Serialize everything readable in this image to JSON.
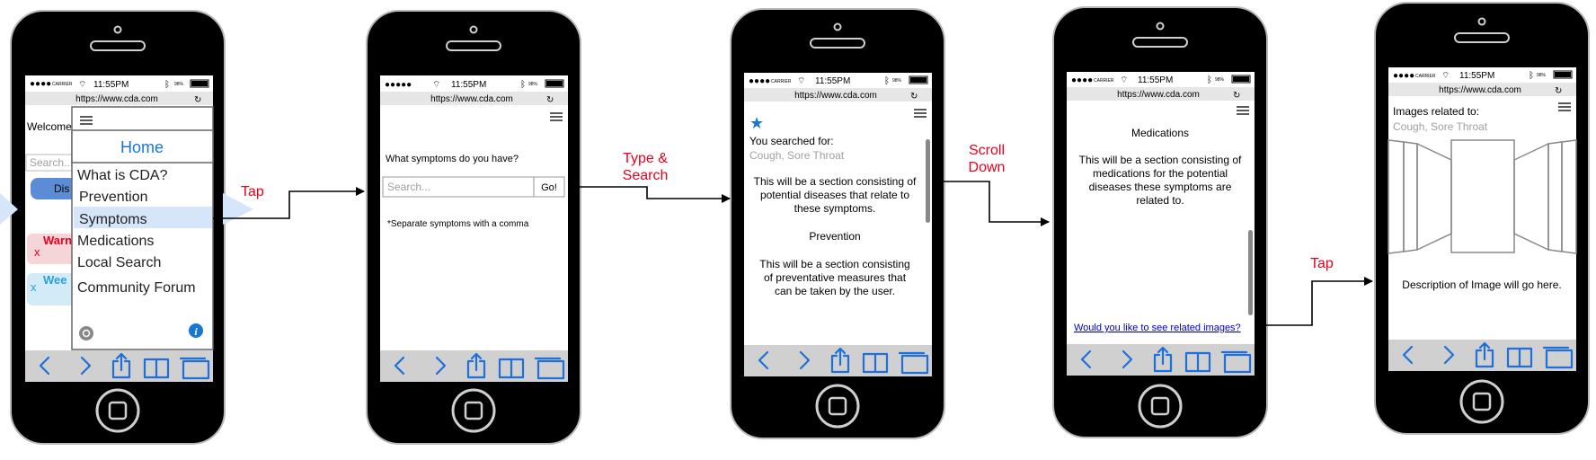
{
  "status": {
    "time": "11:55PM",
    "carrier": "CARRIER",
    "battery": "98%"
  },
  "url": "https://www.cda.com",
  "connectors": [
    "Tap",
    "Type &\nSearch",
    "Scroll\nDown",
    "Tap"
  ],
  "screen1": {
    "behind": {
      "welcome": "Welcome,",
      "search_placeholder": "Search...",
      "button": "Dis",
      "warning_x": "x",
      "warning": "Warn",
      "weekly_x": "x",
      "weekly": "Wee"
    },
    "menu": {
      "title": "Home",
      "items": [
        "What is CDA?",
        "Prevention",
        "Symptoms",
        "Medications",
        "Local Search",
        "Community Forum"
      ],
      "selected": "Symptoms",
      "info_icon": "i"
    }
  },
  "screen2": {
    "question": "What symptoms do you have?",
    "search_placeholder": "Search...",
    "go_button": "Go!",
    "hint": "*Separate symptoms with a comma"
  },
  "screen3": {
    "searched_label": "You searched for:",
    "searched_terms": "Cough, Sore Throat",
    "section1": [
      "This will be a section consisting of",
      "potential diseases that relate to",
      "these symptoms."
    ],
    "prevention_title": "Prevention",
    "section2": [
      "This will be a section consisting",
      "of preventative measures that",
      "can be taken by the user."
    ]
  },
  "screen4": {
    "title": "Medications",
    "body": [
      "This will be a section consisting of",
      "medications for the potential",
      "diseases these symptoms are",
      "related to."
    ],
    "link": "Would you like to see related images?"
  },
  "screen5": {
    "label": "Images related to:",
    "terms": "Cough, Sore Throat",
    "description": "Description of Image will go here."
  },
  "colors": {
    "accent": "#1e6fd9",
    "label_red": "#e8001c",
    "menu_blue": "#1976d2",
    "selected_bg": "#d6e6fa"
  }
}
